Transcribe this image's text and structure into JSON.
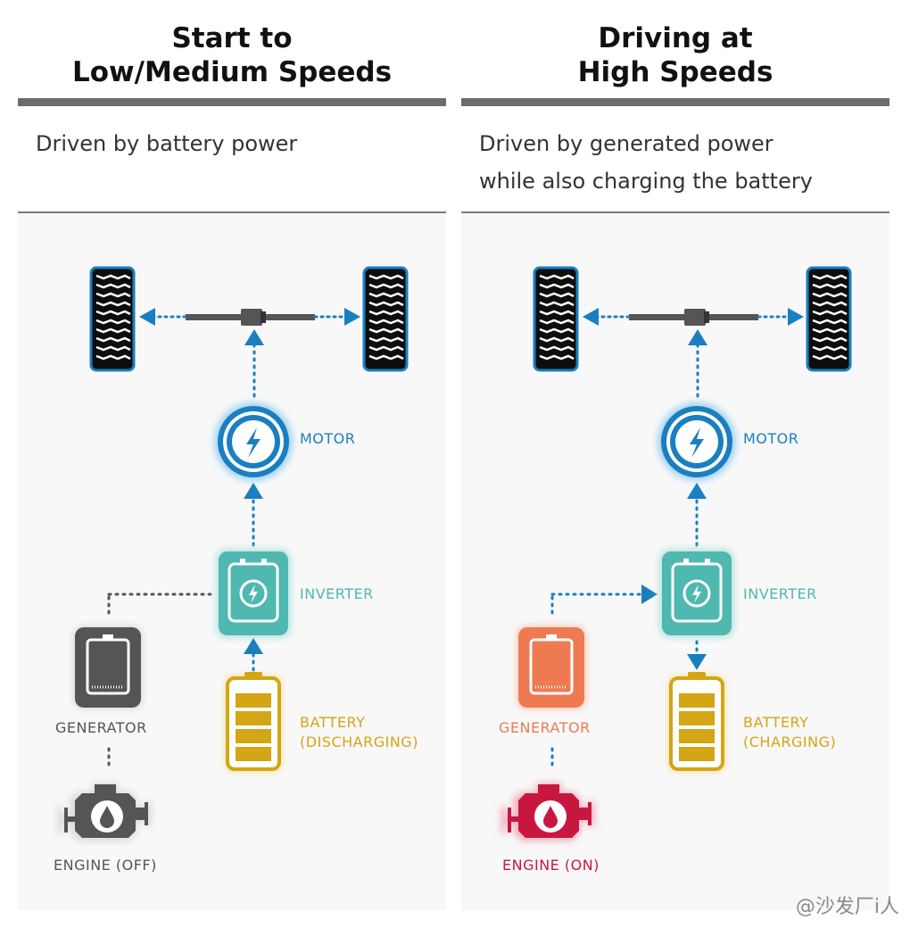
{
  "panels": [
    {
      "title_line1": "Start to",
      "title_line2": "Low/Medium Speeds",
      "desc_line1": "Driven by battery power",
      "desc_line2": "",
      "labels": {
        "motor": "MOTOR",
        "inverter": "INVERTER",
        "generator": "GENERATOR",
        "engine": "ENGINE (OFF)",
        "battery_line1": "BATTERY",
        "battery_line2": "(DISCHARGING)"
      },
      "states": {
        "engine": "off",
        "generator": "inactive",
        "battery": "discharging"
      }
    },
    {
      "title_line1": "Driving at",
      "title_line2": "High Speeds",
      "desc_line1": "Driven by generated power",
      "desc_line2": "while also charging the battery",
      "labels": {
        "motor": "MOTOR",
        "inverter": "INVERTER",
        "generator": "GENERATOR",
        "engine": "ENGINE (ON)",
        "battery_line1": "BATTERY",
        "battery_line2": "(CHARGING)"
      },
      "states": {
        "engine": "on",
        "generator": "active",
        "battery": "charging"
      }
    }
  ],
  "colors": {
    "motor": "#1a7fc1",
    "inverter": "#4fb8b0",
    "battery": "#d4a514",
    "inactive": "#555555",
    "generator_active": "#ee7a52",
    "engine_active": "#c8173f",
    "flow_active": "#1a7fc1",
    "flow_inactive": "#555555"
  },
  "icons": [
    "tire-icon",
    "axle-icon",
    "motor-bolt-icon",
    "inverter-icon",
    "generator-icon",
    "engine-icon",
    "battery-icon"
  ],
  "watermark": "@沙发厂i人"
}
